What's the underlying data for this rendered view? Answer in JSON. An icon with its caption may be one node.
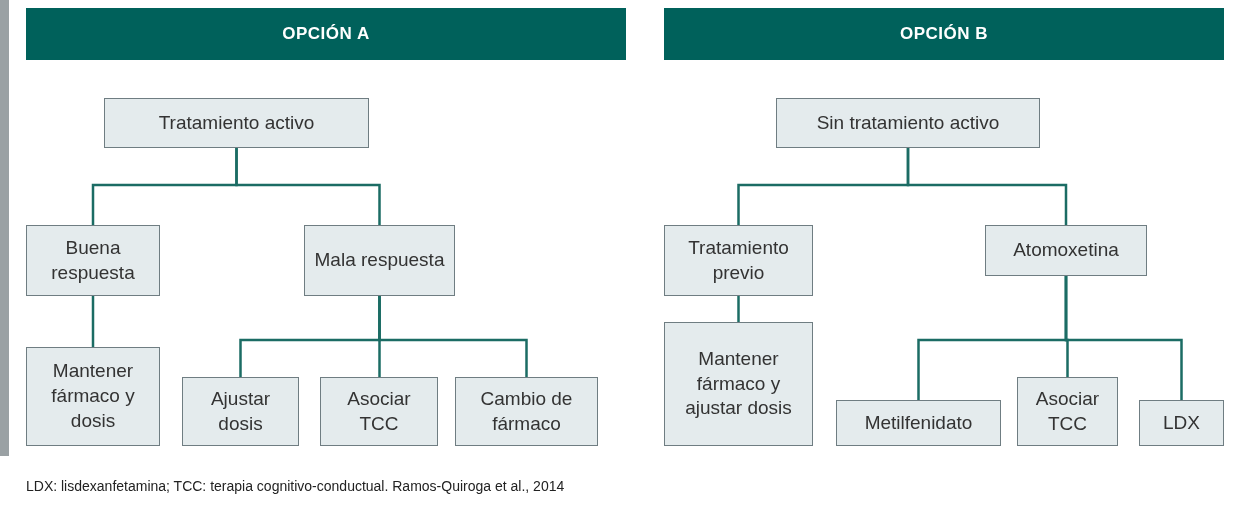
{
  "diagram": {
    "nodes": [
      {
        "text": [
          "OPCIÓN A"
        ]
      },
      {
        "text": [
          "Tratamiento activo"
        ]
      },
      {
        "text": [
          "Buena respuesta"
        ]
      },
      {
        "text": [
          "Mala respuesta"
        ]
      },
      {
        "text": [
          "Mantener fármaco y dosis"
        ]
      },
      {
        "text": [
          "Ajustar dosis"
        ]
      },
      {
        "text": [
          "Asociar TCC"
        ]
      },
      {
        "text": [
          "Cambio de fármaco"
        ]
      },
      {
        "text": [
          "OPCIÓN B"
        ]
      },
      {
        "text": [
          "Sin tratamiento activo"
        ]
      },
      {
        "text": [
          "Tratamiento previo"
        ]
      },
      {
        "text": [
          "Atomoxetina"
        ]
      },
      {
        "text": [
          "Mantener fármaco y ajustar dosis"
        ]
      },
      {
        "text": [
          "Metilfenidato"
        ]
      },
      {
        "text": [
          "Asociar TCC"
        ]
      },
      {
        "text": [
          "LDX"
        ]
      }
    ],
    "edges": [
      {
        "from": 1,
        "to": 2,
        "arrow": "none"
      },
      {
        "from": 1,
        "to": 3,
        "arrow": "none"
      },
      {
        "from": 2,
        "to": 4,
        "arrow": "none"
      },
      {
        "from": 3,
        "to": 5,
        "arrow": "none"
      },
      {
        "from": 3,
        "to": 6,
        "arrow": "none"
      },
      {
        "from": 3,
        "to": 7,
        "arrow": "none"
      },
      {
        "from": 9,
        "to": 10,
        "arrow": "none"
      },
      {
        "from": 9,
        "to": 11,
        "arrow": "none"
      },
      {
        "from": 10,
        "to": 12,
        "arrow": "none"
      },
      {
        "from": 11,
        "to": 13,
        "arrow": "none"
      },
      {
        "from": 11,
        "to": 14,
        "arrow": "none"
      },
      {
        "from": 11,
        "to": 15,
        "arrow": "none"
      }
    ],
    "labels": [
      "LDX: lisdexanfetamina; TCC: terapia cognitivo-conductual. Ramos-Quiroga et al., 2014"
    ]
  }
}
